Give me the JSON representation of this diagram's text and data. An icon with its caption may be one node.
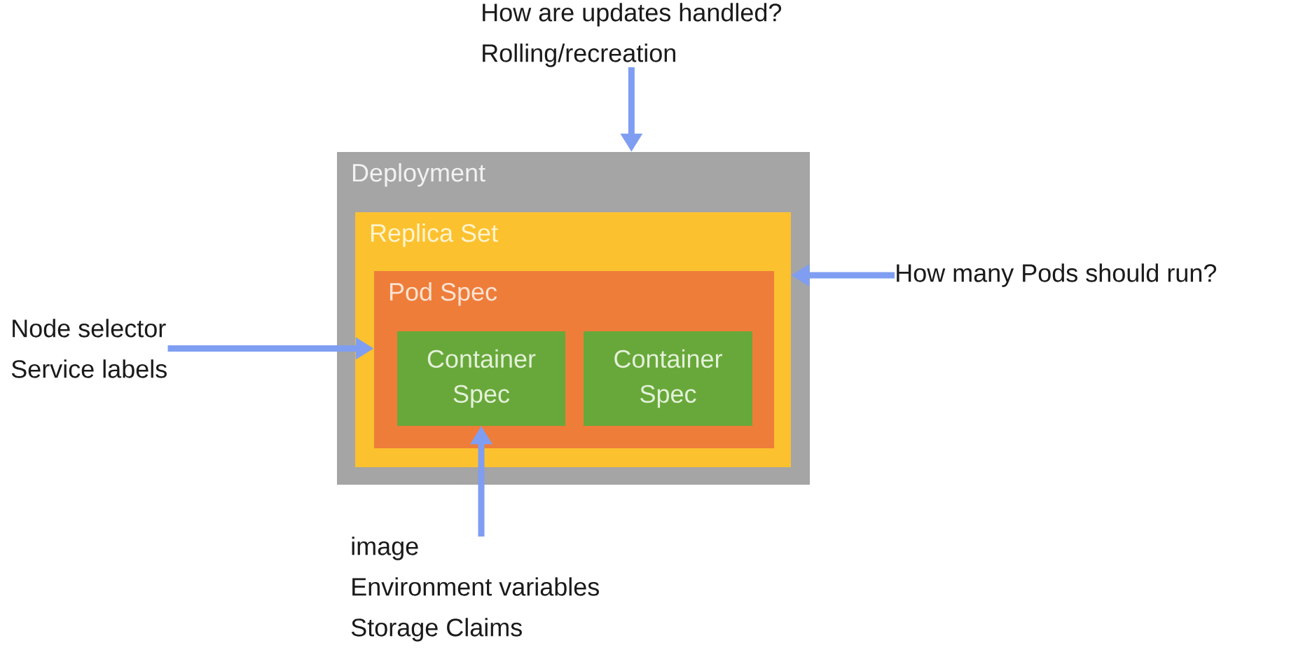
{
  "diagram": {
    "nodes": [
      {
        "text": [
          "How are updates handled?",
          "Rolling/recreation"
        ]
      },
      {
        "text": [
          "Deployment"
        ]
      },
      {
        "text": [
          "Replica Set"
        ],
        "in": 1
      },
      {
        "text": [
          "Pod Spec"
        ],
        "in": 2
      },
      {
        "text": [
          "How many Pods should run?"
        ]
      },
      {
        "text": [
          "Node selector",
          "Service labels"
        ]
      },
      {
        "text": [
          "Container Spec"
        ],
        "in": 3
      },
      {
        "text": [
          "Container Spec"
        ],
        "in": 3
      },
      {
        "text": [
          "image",
          "Environment variables",
          "Storage Claims"
        ]
      }
    ],
    "edges": [
      {
        "from": 0,
        "to": 1,
        "arrow": "to"
      },
      {
        "from": 4,
        "to": 2,
        "arrow": "to"
      },
      {
        "from": 5,
        "to": 3,
        "arrow": "to"
      },
      {
        "from": 8,
        "to": 6,
        "arrow": "to"
      }
    ]
  }
}
